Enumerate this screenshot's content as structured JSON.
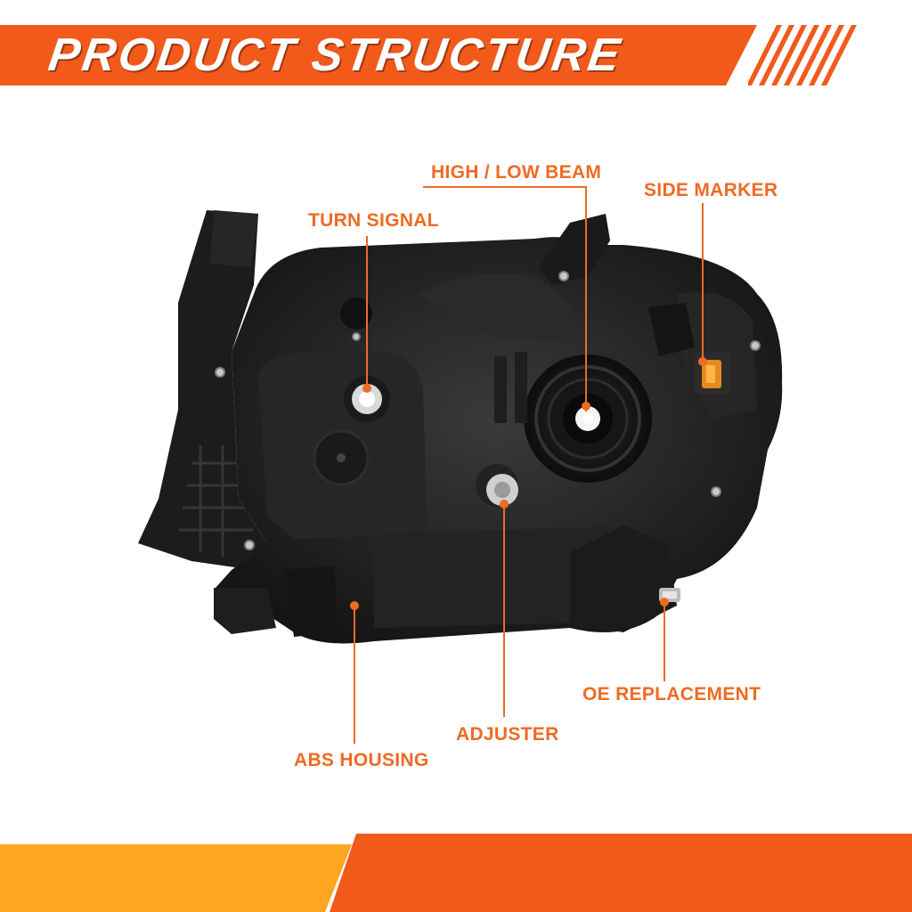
{
  "header": {
    "title": "PRODUCT STRUCTURE"
  },
  "callouts": {
    "high_low_beam": "HIGH / LOW BEAM",
    "side_marker": "SIDE MARKER",
    "turn_signal": "TURN SIGNAL",
    "oe_replacement": "OE REPLACEMENT",
    "adjuster": "ADJUSTER",
    "abs_housing": "ABS HOUSING"
  },
  "colors": {
    "accent_orange": "#f25a1c",
    "accent_yellow": "#ffa51f",
    "label_orange": "#ef6a23",
    "housing_black": "#1f1f1f"
  },
  "icons": {
    "product_image": "headlight-assembly-back-view"
  }
}
